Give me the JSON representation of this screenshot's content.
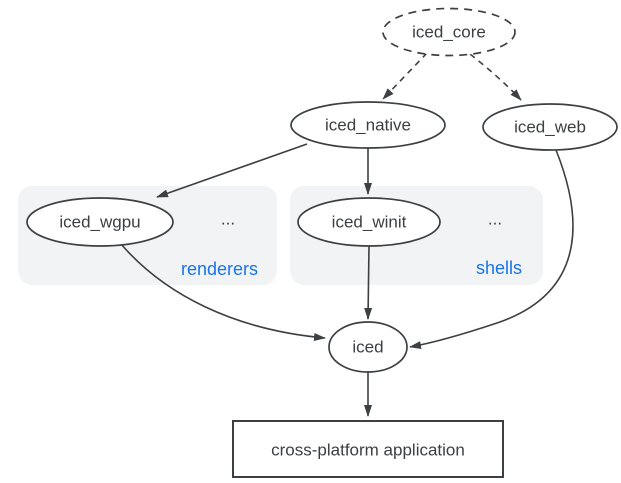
{
  "colors": {
    "line": "#3c4043",
    "text": "#3c4043",
    "accent_blue": "#1a73e8",
    "group_background": "#f1f3f4",
    "background": "#ffffff"
  },
  "nodes": {
    "iced_core": {
      "label": "iced_core",
      "shape": "dashed-ellipse"
    },
    "iced_native": {
      "label": "iced_native",
      "shape": "ellipse"
    },
    "iced_web": {
      "label": "iced_web",
      "shape": "ellipse"
    },
    "iced_wgpu": {
      "label": "iced_wgpu",
      "shape": "ellipse"
    },
    "iced_winit": {
      "label": "iced_winit",
      "shape": "ellipse"
    },
    "iced": {
      "label": "iced",
      "shape": "ellipse"
    },
    "application": {
      "label": "cross-platform application",
      "shape": "rectangle"
    }
  },
  "groups": {
    "renderers": {
      "label": "renderers",
      "ellipsis": "...",
      "contains": [
        "iced_wgpu"
      ]
    },
    "shells": {
      "label": "shells",
      "ellipsis": "...",
      "contains": [
        "iced_winit"
      ]
    }
  },
  "edges": [
    {
      "from": "iced_core",
      "to": "iced_native",
      "style": "dashed"
    },
    {
      "from": "iced_core",
      "to": "iced_web",
      "style": "dashed"
    },
    {
      "from": "iced_native",
      "to": "iced_wgpu",
      "style": "solid"
    },
    {
      "from": "iced_native",
      "to": "iced_winit",
      "style": "solid"
    },
    {
      "from": "iced_wgpu",
      "to": "iced",
      "style": "solid"
    },
    {
      "from": "iced_winit",
      "to": "iced",
      "style": "solid"
    },
    {
      "from": "iced_web",
      "to": "iced",
      "style": "solid"
    },
    {
      "from": "iced",
      "to": "application",
      "style": "solid"
    }
  ]
}
